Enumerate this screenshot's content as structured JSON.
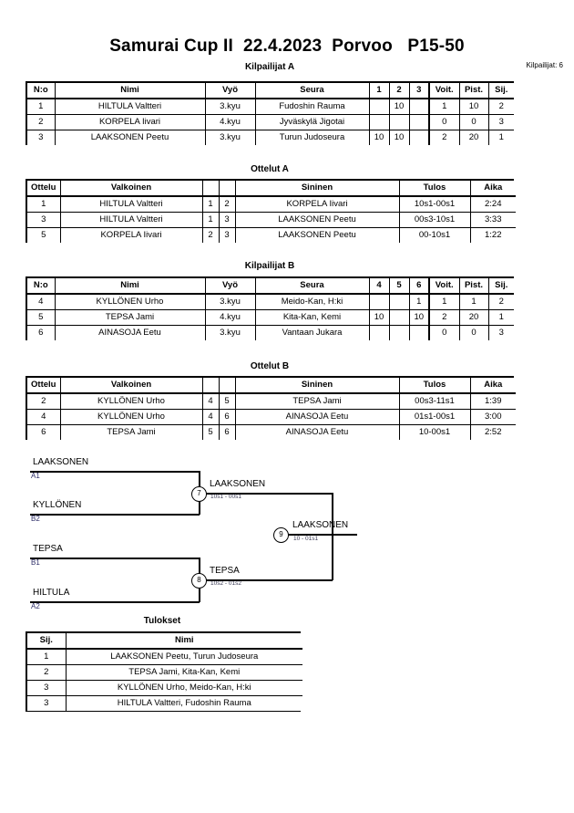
{
  "header": {
    "title": "Samurai Cup II  22.4.2023  Porvoo   P15-50",
    "competitor_count_label": "Kilpailijat: 6"
  },
  "pool_a": {
    "caption": "Kilpailijat A",
    "columns": [
      "N:o",
      "Nimi",
      "Vyö",
      "Seura",
      "1",
      "2",
      "3",
      "Voit.",
      "Pist.",
      "Sij."
    ],
    "rows": [
      {
        "no": "1",
        "name": "HILTULA Valtteri",
        "belt": "3.kyu",
        "club": "Fudoshin Rauma",
        "m1": "",
        "m2": "10",
        "m3": "",
        "wins": "1",
        "points": "10",
        "rank": "2"
      },
      {
        "no": "2",
        "name": "KORPELA Iivari",
        "belt": "4.kyu",
        "club": "Jyväskylä Jigotai",
        "m1": "",
        "m2": "",
        "m3": "",
        "wins": "0",
        "points": "0",
        "rank": "3"
      },
      {
        "no": "3",
        "name": "LAAKSONEN Peetu",
        "belt": "3.kyu",
        "club": "Turun Judoseura",
        "m1": "10",
        "m2": "10",
        "m3": "",
        "wins": "2",
        "points": "20",
        "rank": "1"
      }
    ]
  },
  "matches_a": {
    "caption": "Ottelut A",
    "columns": [
      "Ottelu",
      "Valkoinen",
      "",
      "",
      "Sininen",
      "Tulos",
      "Aika"
    ],
    "rows": [
      {
        "match": "1",
        "white": "HILTULA Valtteri",
        "wno": "1",
        "bno": "2",
        "blue": "KORPELA Iivari",
        "result": "10s1-00s1",
        "time": "2:24"
      },
      {
        "match": "3",
        "white": "HILTULA Valtteri",
        "wno": "1",
        "bno": "3",
        "blue": "LAAKSONEN Peetu",
        "result": "00s3-10s1",
        "time": "3:33"
      },
      {
        "match": "5",
        "white": "KORPELA Iivari",
        "wno": "2",
        "bno": "3",
        "blue": "LAAKSONEN Peetu",
        "result": "00-10s1",
        "time": "1:22"
      }
    ]
  },
  "pool_b": {
    "caption": "Kilpailijat B",
    "columns": [
      "N:o",
      "Nimi",
      "Vyö",
      "Seura",
      "4",
      "5",
      "6",
      "Voit.",
      "Pist.",
      "Sij."
    ],
    "rows": [
      {
        "no": "4",
        "name": "KYLLÖNEN Urho",
        "belt": "3.kyu",
        "club": "Meido-Kan, H:ki",
        "m1": "",
        "m2": "",
        "m3": "1",
        "wins": "1",
        "points": "1",
        "rank": "2"
      },
      {
        "no": "5",
        "name": "TEPSA Jami",
        "belt": "4.kyu",
        "club": "Kita-Kan, Kemi",
        "m1": "10",
        "m2": "",
        "m3": "10",
        "wins": "2",
        "points": "20",
        "rank": "1"
      },
      {
        "no": "6",
        "name": "AINASOJA Eetu",
        "belt": "3.kyu",
        "club": "Vantaan Jukara",
        "m1": "",
        "m2": "",
        "m3": "",
        "wins": "0",
        "points": "0",
        "rank": "3"
      }
    ]
  },
  "matches_b": {
    "caption": "Ottelut B",
    "columns": [
      "Ottelu",
      "Valkoinen",
      "",
      "",
      "Sininen",
      "Tulos",
      "Aika"
    ],
    "rows": [
      {
        "match": "2",
        "white": "KYLLÖNEN Urho",
        "wno": "4",
        "bno": "5",
        "blue": "TEPSA Jami",
        "result": "00s3-11s1",
        "time": "1:39"
      },
      {
        "match": "4",
        "white": "KYLLÖNEN Urho",
        "wno": "4",
        "bno": "6",
        "blue": "AINASOJA Eetu",
        "result": "01s1-00s1",
        "time": "3:00"
      },
      {
        "match": "6",
        "white": "TEPSA Jami",
        "wno": "5",
        "bno": "6",
        "blue": "AINASOJA Eetu",
        "result": "10-00s1",
        "time": "2:52"
      }
    ]
  },
  "bracket": {
    "entrants": [
      {
        "name": "LAAKSONEN",
        "seed": "A1"
      },
      {
        "name": "KYLLÖNEN",
        "seed": "B2"
      },
      {
        "name": "TEPSA",
        "seed": "B1"
      },
      {
        "name": "HILTULA",
        "seed": "A2"
      }
    ],
    "nodes": [
      {
        "number": "7",
        "winner": "LAAKSONEN",
        "score": "10s1 - 00s1"
      },
      {
        "number": "8",
        "winner": "TEPSA",
        "score": "10s2 - 01s2"
      },
      {
        "number": "9",
        "winner": "LAAKSONEN",
        "score": "10 - 01s1"
      }
    ]
  },
  "results": {
    "caption": "Tulokset",
    "columns": [
      "Sij.",
      "Nimi"
    ],
    "rows": [
      {
        "rank": "1",
        "name": "LAAKSONEN Peetu, Turun Judoseura"
      },
      {
        "rank": "2",
        "name": "TEPSA Jami, Kita-Kan, Kemi"
      },
      {
        "rank": "3",
        "name": "KYLLÖNEN Urho, Meido-Kan, H:ki"
      },
      {
        "rank": "3",
        "name": "HILTULA Valtteri, Fudoshin Rauma"
      }
    ]
  }
}
